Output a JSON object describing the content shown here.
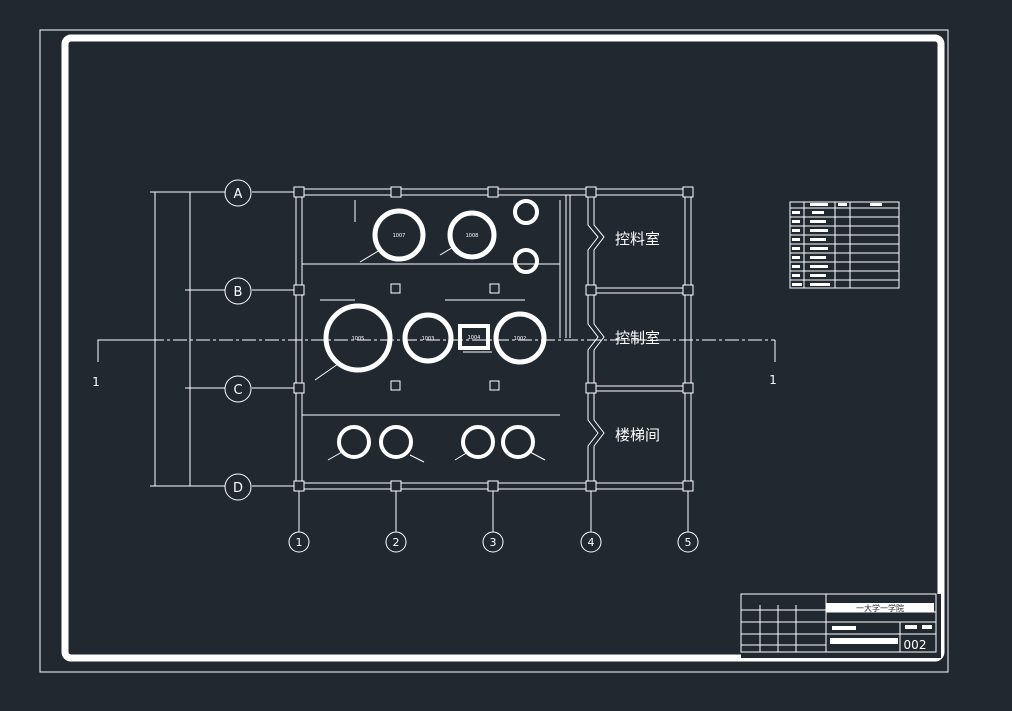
{
  "axes": {
    "rows": [
      {
        "label": "A"
      },
      {
        "label": "B"
      },
      {
        "label": "C"
      },
      {
        "label": "D"
      }
    ],
    "cols": [
      {
        "label": "1"
      },
      {
        "label": "2"
      },
      {
        "label": "3"
      },
      {
        "label": "4"
      },
      {
        "label": "5"
      }
    ]
  },
  "section": {
    "left_label": "1",
    "right_label": "1"
  },
  "rooms": [
    {
      "name": "控料室"
    },
    {
      "name": "控制室"
    },
    {
      "name": "楼梯间"
    }
  ],
  "equipment": [
    {
      "tag": "1007"
    },
    {
      "tag": "1008"
    },
    {
      "tag": "1005"
    },
    {
      "tag": "1003"
    },
    {
      "tag": "1004"
    },
    {
      "tag": "1002"
    }
  ],
  "title_block": {
    "school": "一大学一学院",
    "drawing_no": "002"
  },
  "colors": {
    "background": "#212830",
    "lines": "#ffffff"
  }
}
